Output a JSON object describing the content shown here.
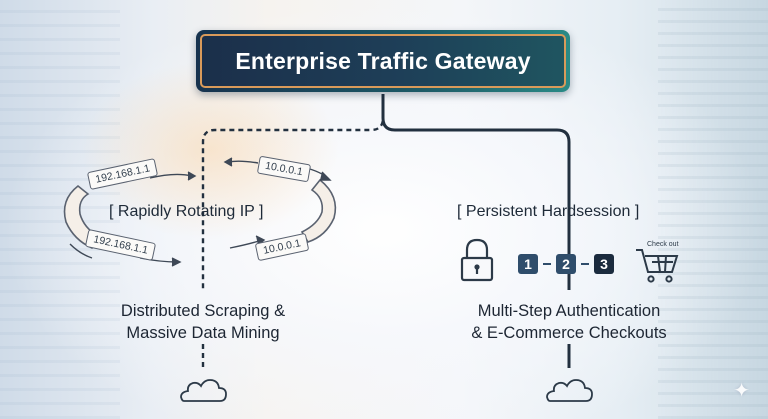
{
  "title": "Enterprise Traffic Gateway",
  "left": {
    "label": "[ Rapidly Rotating IP ]",
    "ips": [
      "192.168.1.1",
      "10.0.0.1",
      "192.168.1.1",
      "10.0.0.1"
    ],
    "caption_line1": "Distributed Scraping &",
    "caption_line2": "Massive Data Mining",
    "cloud_icon": "cloud-icon"
  },
  "right": {
    "label": "[ Persistent Hardsession ]",
    "steps": [
      "1",
      "2",
      "3"
    ],
    "checkout_label": "Check out",
    "caption_line1": "Multi-Step Authentication",
    "caption_line2": "& E-Commerce Checkouts",
    "icons": [
      "lock-icon",
      "shopping-cart-icon",
      "cloud-icon"
    ]
  },
  "colors": {
    "title_bg": "#1b2f4a",
    "title_border": "#d99a5a",
    "line": "#22303f",
    "step": "#2f4d6b"
  }
}
